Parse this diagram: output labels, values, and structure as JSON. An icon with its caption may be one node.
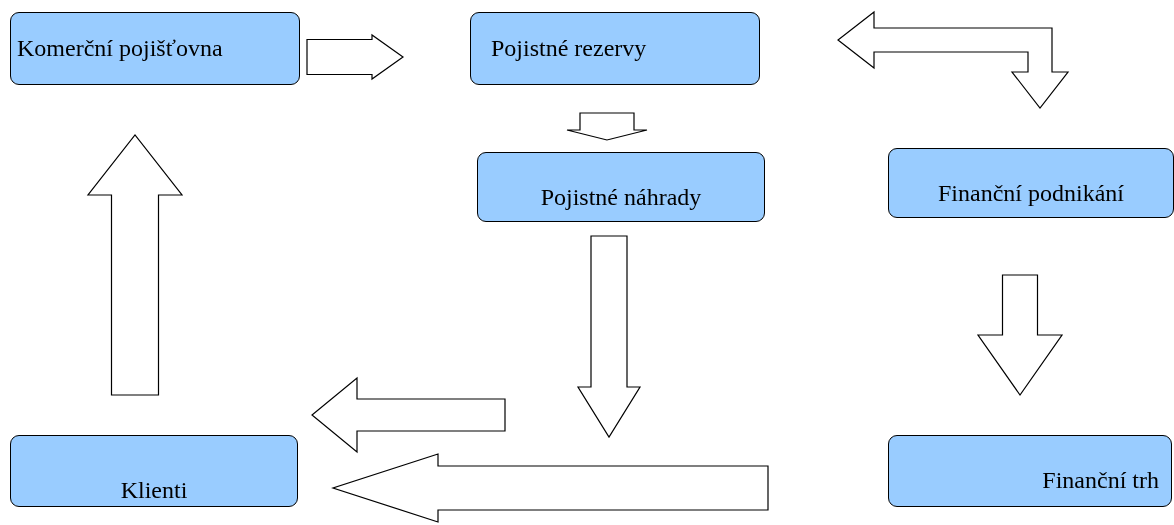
{
  "diagram": {
    "nodes": [
      {
        "text": [
          "Komerční pojišťovna"
        ]
      },
      {
        "text": [
          "Pojistné rezervy"
        ]
      },
      {
        "text": [
          "Pojistné náhrady"
        ]
      },
      {
        "text": [
          "Finanční podnikání"
        ]
      },
      {
        "text": [
          "Klienti"
        ]
      },
      {
        "text": [
          "Finanční trh"
        ]
      }
    ],
    "edges": [
      {
        "from": 0,
        "to": 1,
        "arrow": "to"
      },
      {
        "from": 1,
        "to": 2,
        "arrow": "to"
      },
      {
        "from": 1,
        "to": 3,
        "arrow": "both"
      },
      {
        "from": 2,
        "to": null,
        "arrow": "to"
      },
      {
        "from": null,
        "to": 4,
        "arrow": "to"
      },
      {
        "from": 5,
        "to": 4,
        "arrow": "to"
      },
      {
        "from": 3,
        "to": 5,
        "arrow": "to"
      },
      {
        "from": 4,
        "to": 0,
        "arrow": "to"
      }
    ]
  }
}
